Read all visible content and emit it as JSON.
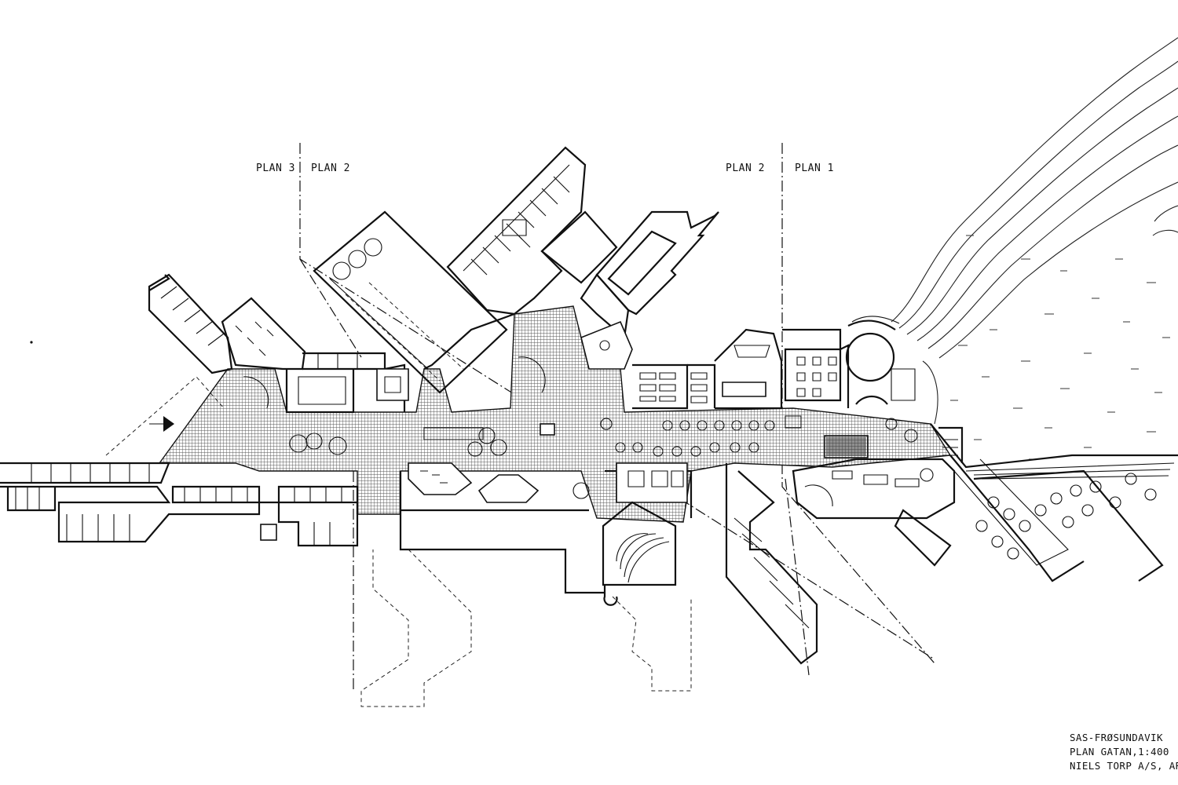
{
  "section_labels": {
    "left_a": "PLAN 3",
    "left_b": "PLAN 2",
    "right_a": "PLAN 2",
    "right_b": "PLAN 1"
  },
  "title_block": {
    "line1": "SAS-FRØSUNDAVIK",
    "line2": "PLAN GATAN,1:400",
    "line3": "NIELS TORP A/S, AR"
  },
  "icons": {
    "entrance": "entrance-arrow-icon",
    "tree": "tree-icon",
    "table": "round-table-icon"
  },
  "colors": {
    "ink": "#111111",
    "paper": "#ffffff"
  }
}
